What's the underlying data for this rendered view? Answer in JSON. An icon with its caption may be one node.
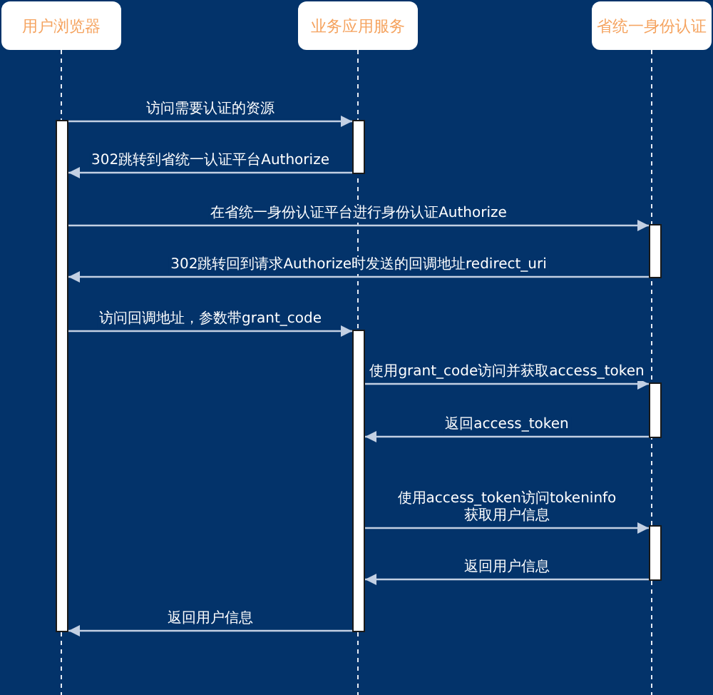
{
  "diagram": {
    "nodes": [
      {
        "text": [
          "用户浏览器"
        ]
      },
      {
        "text": [
          "业务应用服务"
        ]
      },
      {
        "text": [
          "省统一身份认证"
        ]
      },
      {
        "text": [],
        "shape": "bar"
      },
      {
        "text": [],
        "shape": "bar"
      },
      {
        "text": [],
        "shape": "bar"
      },
      {
        "text": [],
        "shape": "bar"
      },
      {
        "text": [],
        "shape": "bar"
      },
      {
        "text": [],
        "shape": "bar"
      }
    ],
    "edges": [
      {
        "from": 3,
        "to": 4,
        "arrow": "to",
        "label": "访问需要认证的资源"
      },
      {
        "from": 4,
        "to": 3,
        "arrow": "to",
        "label": "302跳转到省统一认证平台Authorize"
      },
      {
        "from": 3,
        "to": 5,
        "arrow": "to",
        "label": "在省统一身份认证平台进行身份认证Authorize"
      },
      {
        "from": 5,
        "to": 3,
        "arrow": "to",
        "label": "302跳转回到请求Authorize时发送的回调地址redirect_uri"
      },
      {
        "from": 3,
        "to": 6,
        "arrow": "to",
        "label": "访问回调地址，参数带grant_code"
      },
      {
        "from": 6,
        "to": 7,
        "arrow": "to",
        "label": "使用grant_code访问并获取access_token"
      },
      {
        "from": 7,
        "to": 6,
        "arrow": "to",
        "label": "返回access_token"
      },
      {
        "from": 6,
        "to": 8,
        "arrow": "to",
        "label": "使用access_token访问tokeninfo获取用户信息"
      },
      {
        "from": 8,
        "to": 6,
        "arrow": "to",
        "label": "返回用户信息"
      },
      {
        "from": 6,
        "to": 3,
        "arrow": "to",
        "label": "返回用户信息"
      }
    ]
  }
}
